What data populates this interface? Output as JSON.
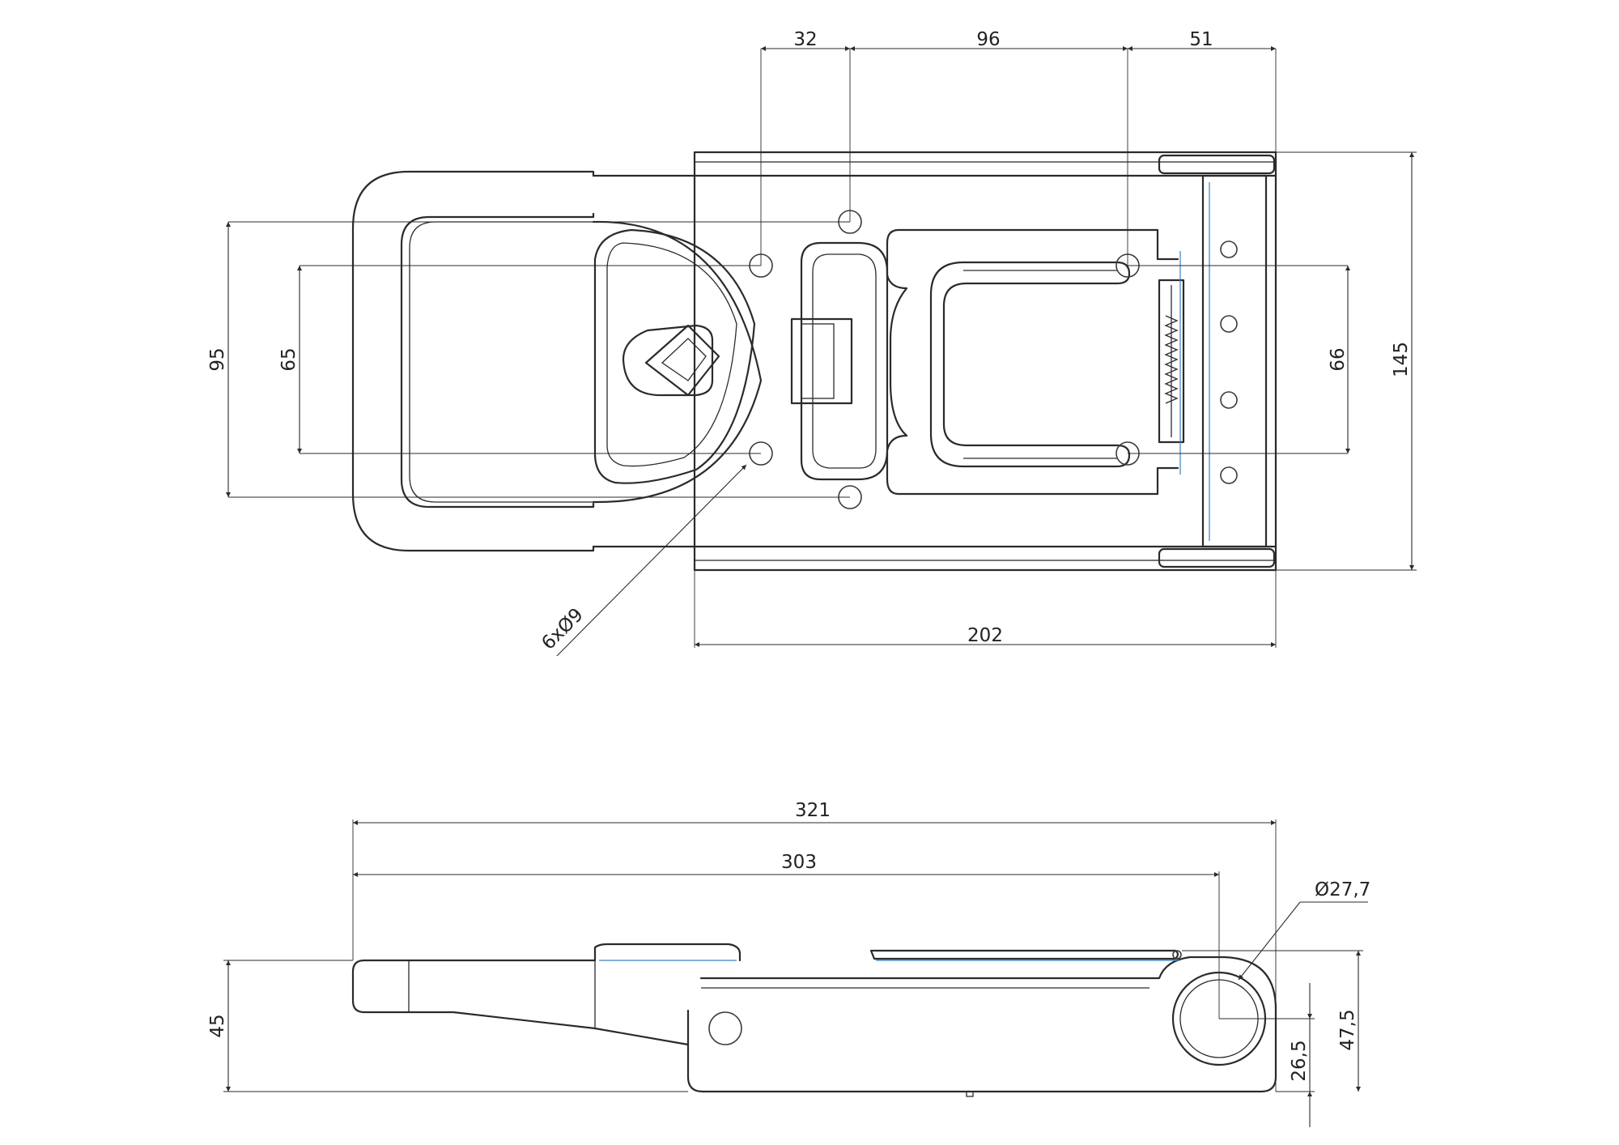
{
  "top_view": {
    "width_32": "32",
    "width_96": "96",
    "width_51": "51",
    "height_95": "95",
    "height_65": "65",
    "height_66": "66",
    "height_145": "145",
    "hole_callout": "6xØ9",
    "length_202": "202"
  },
  "side_view": {
    "length_321": "321",
    "length_303": "303",
    "diameter": "Ø27,7",
    "height_45": "45",
    "height_26_5": "26,5",
    "height_47_5": "47,5"
  },
  "colors": {
    "line": "#2b2b2b",
    "accent_edge": "#3b7fc4",
    "background": "#ffffff"
  }
}
